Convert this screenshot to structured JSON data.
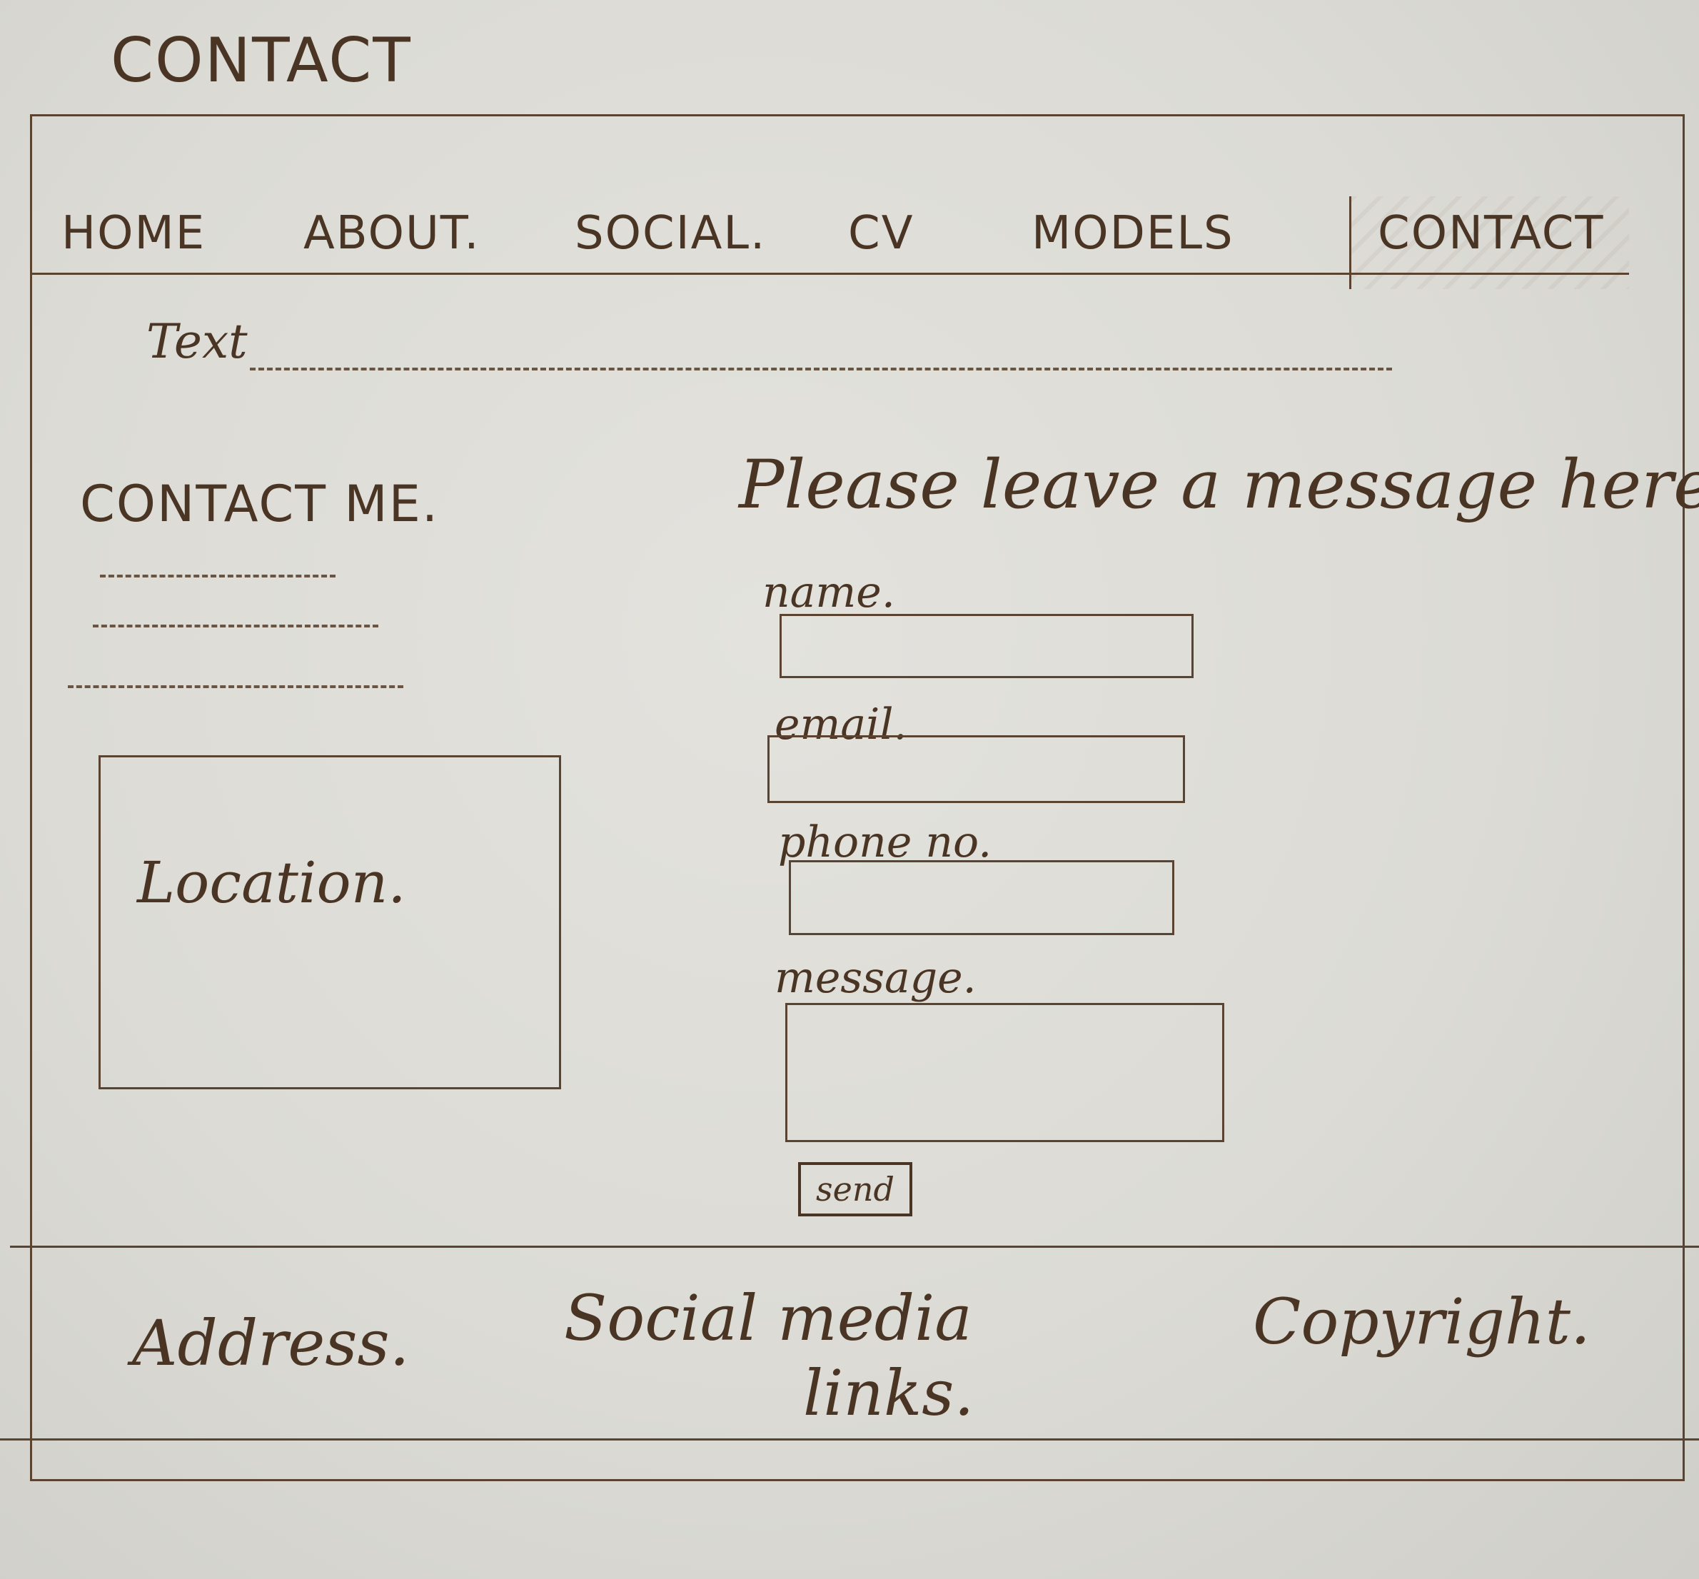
{
  "page": {
    "title": "CONTACT"
  },
  "nav": {
    "items": [
      "HOME",
      "ABOUT.",
      "SOCIAL.",
      "CV",
      "MODELS",
      "CONTACT"
    ]
  },
  "intro": {
    "text": "Text"
  },
  "contact": {
    "heading": "CONTACT ME.",
    "location_label": "Location."
  },
  "form": {
    "heading": "Please leave a message here.",
    "name_label": "name.",
    "email_label": "email.",
    "phone_label": "phone no.",
    "message_label": "message.",
    "send_label": "send"
  },
  "footer": {
    "address": "Address.",
    "social_line1": "Social media",
    "social_line2": "links.",
    "copyright": "Copyright."
  }
}
